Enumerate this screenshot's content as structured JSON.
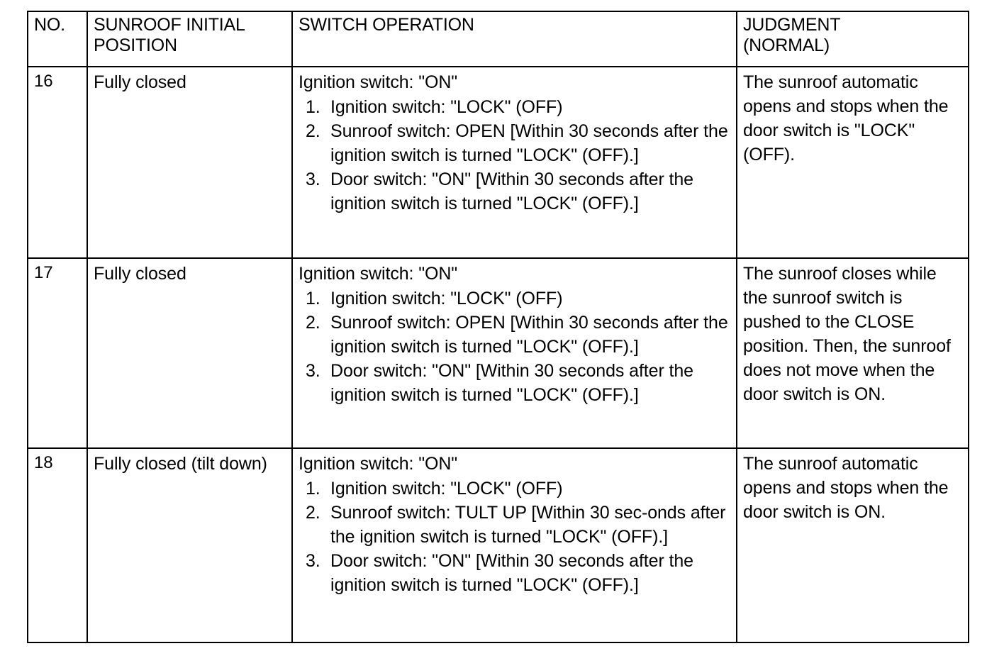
{
  "table": {
    "headers": [
      {
        "lines": [
          "NO."
        ]
      },
      {
        "lines": [
          "SUNROOF INITIAL",
          "POSITION"
        ]
      },
      {
        "lines": [
          "SWITCH OPERATION"
        ]
      },
      {
        "lines": [
          "JUDGMENT",
          "(NORMAL)"
        ]
      }
    ],
    "rows": [
      {
        "no": "16",
        "position": "Fully closed",
        "operation": {
          "lead": "Ignition switch: \"ON\"",
          "steps": [
            {
              "num": "1.",
              "text": "Ignition switch: \"LOCK\" (OFF)"
            },
            {
              "num": "2.",
              "text": "Sunroof switch: OPEN [Within 30 seconds after the ignition switch is turned \"LOCK\" (OFF).]"
            },
            {
              "num": "3.",
              "text": "Door switch: \"ON\" [Within 30 seconds after the ignition switch is turned \"LOCK\" (OFF).]"
            }
          ]
        },
        "judgment": "The sunroof automatic opens and stops when the door switch is \"LOCK\" (OFF)."
      },
      {
        "no": "17",
        "position": "Fully closed",
        "operation": {
          "lead": "Ignition switch: \"ON\"",
          "steps": [
            {
              "num": "1.",
              "text": "Ignition switch: \"LOCK\" (OFF)"
            },
            {
              "num": "2.",
              "text": "Sunroof switch: OPEN [Within 30 seconds after the ignition switch is turned \"LOCK\" (OFF).]"
            },
            {
              "num": "3.",
              "text": "Door switch: \"ON\" [Within 30 seconds after the ignition switch is turned \"LOCK\" (OFF).]"
            }
          ]
        },
        "judgment": "The sunroof closes while the sunroof switch is pushed to the CLOSE position. Then, the sunroof does not move when the door switch is ON."
      },
      {
        "no": "18",
        "position": "Fully closed (tilt down)",
        "operation": {
          "lead": "Ignition switch: \"ON\"",
          "steps": [
            {
              "num": "1.",
              "text": "Ignition switch: \"LOCK\" (OFF)"
            },
            {
              "num": "2.",
              "text": "Sunroof switch: TULT UP [Within 30 sec-onds after the ignition switch is turned \"LOCK\" (OFF).]"
            },
            {
              "num": "3.",
              "text": "Door switch: \"ON\" [Within 30 seconds after the ignition switch is turned \"LOCK\" (OFF).]"
            }
          ]
        },
        "judgment": "The sunroof automatic opens and stops when the door switch is ON."
      }
    ]
  },
  "colors": {
    "page_background": "#ffffff",
    "text": "#000000",
    "border": "#000000"
  }
}
